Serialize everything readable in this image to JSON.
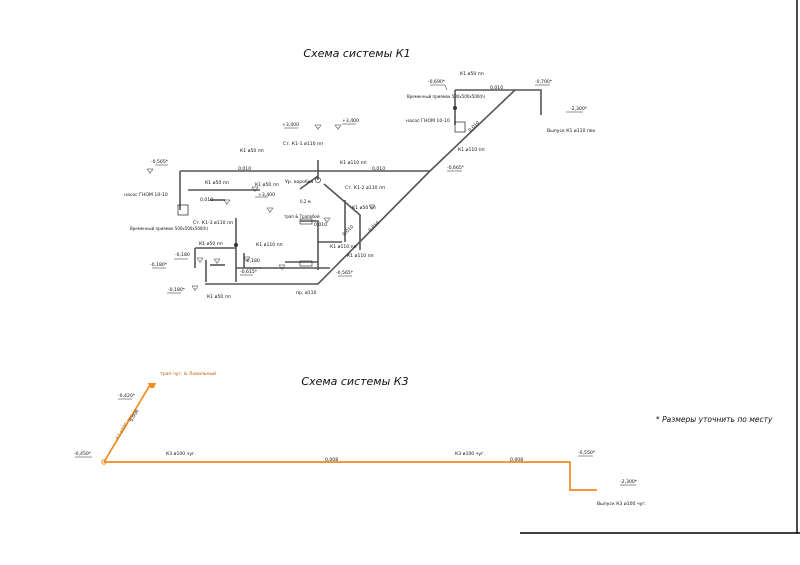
{
  "k1": {
    "title": "Схема системы К1",
    "labels": {
      "l01": "-0,690*",
      "l02": "К1 ø50 пп",
      "l03": "-0,700*",
      "l04": "0,010",
      "l05": "Временный приямок 500х500х500(h)",
      "l06": "насос ГНОМ 10-10",
      "l07": "-2,300*",
      "l08": "Выпуск К1 ø110 пвх",
      "l09": "0,010",
      "l10": "К1 ø110 пп",
      "l11": "+3,400",
      "l12": "+3,400",
      "l13": "Ст. К1-1 ø110 пп",
      "l14": "К1 ø50 пп",
      "l15": "К1 ø110 пп",
      "l16": "0,010",
      "l17": "-0,665*",
      "l18": "-0,565*",
      "l19": "0,010",
      "l20": "К1 ø50 пп",
      "l21": "Ур. коробка",
      "l22": "Ст. К1-2 ø110 пп",
      "l23": "насос ГНОМ 10-10",
      "l24": "0,010",
      "l25": "К1 ø50 пп",
      "l26": "+3,400",
      "l27": "Временный приямок 500х500х500(h)",
      "l28": "Ст. К1-3 ø110 пп",
      "l29": "0,010",
      "l30": "К1 ø50 пп",
      "l31": "0,010",
      "l32": "0,010",
      "l33": "трап & Трапобой",
      "l34": "К1 ø110 пп",
      "l35": "К1 ø110 пп",
      "l36": "К1 ø50 пп",
      "l37": "-0,180",
      "l38": "К1 ø110 пп",
      "l39": "-0,565*",
      "l40": "-0,180",
      "l41": "-0,180*",
      "l42": "-0,615*",
      "l43": "-0,180*",
      "l44": "К1 ø50 пп",
      "l45": "пр. ø110",
      "l46": "0,2 м"
    }
  },
  "k3": {
    "title": "Схема системы К3",
    "labels": {
      "m01": "трап-чуг. & Ловильный",
      "m02": "-0,420*",
      "m03": "К3 ø100 чуг.",
      "m04": "0,008",
      "m05": "-0,450*",
      "m06": "К3 ø100 чуг.",
      "m07": "0,008",
      "m08": "К3 ø100 чуг.",
      "m09": "0,008",
      "m10": "-0,550*",
      "m11": "-2,300*",
      "m12": "Выпуск К3 ø100 чуг."
    }
  },
  "note": "* Размеры уточнить по месту",
  "colors": {
    "k1_pipe": "#555555",
    "k3_pipe": "#f08c1e",
    "frame": "#000000"
  }
}
